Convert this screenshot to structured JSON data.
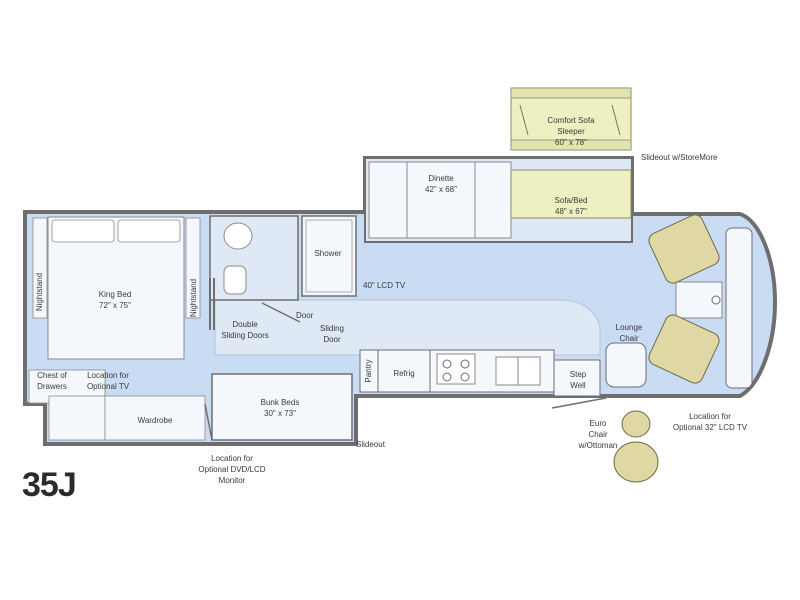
{
  "model": "35J",
  "colors": {
    "floor": "#c9dcf4",
    "wall": "#6e6e6e",
    "fixture": "#f4f7fc",
    "sofa": "#eef0c2",
    "chair": "#dfd7a4",
    "walkway": "#dfe9f6"
  },
  "labels": {
    "nightstand_left": "Nightstand",
    "nightstand_right": "Nightstand",
    "king_bed": [
      "King Bed",
      "72\" x 75\""
    ],
    "chest": [
      "Chest of",
      "Drawers"
    ],
    "optional_tv": [
      "Location for",
      "Optional TV"
    ],
    "wardrobe": "Wardrobe",
    "bunk_beds": [
      "Bunk Beds",
      "30\" x 73\""
    ],
    "dvd_lcd": [
      "Location for",
      "Optional DVD/LCD",
      "Monitor"
    ],
    "slideout_bottom": "Slideout",
    "double_doors": [
      "Double",
      "Sliding Doors"
    ],
    "door": "Door",
    "sliding_door": [
      "Sliding",
      "Door"
    ],
    "shower": "Shower",
    "lcd_40": "40\" LCD TV",
    "dinette": [
      "Dinette",
      "42\" x 68\""
    ],
    "comfort_sofa": [
      "Comfort Sofa",
      "Sleeper",
      "60\" x 78\""
    ],
    "slideout_storemore": "Slideout w/StoreMore",
    "sofa_bed": [
      "Sofa/Bed",
      "48\" x 67\""
    ],
    "pantry": "Pantry",
    "refrig": "Refrig",
    "step_well": [
      "Step",
      "Well"
    ],
    "lounge_chair": [
      "Lounge",
      "Chair"
    ],
    "euro_chair": [
      "Euro",
      "Chair",
      "w/Ottoman"
    ],
    "optional_32": [
      "Location for",
      "Optional 32\" LCD TV"
    ]
  }
}
